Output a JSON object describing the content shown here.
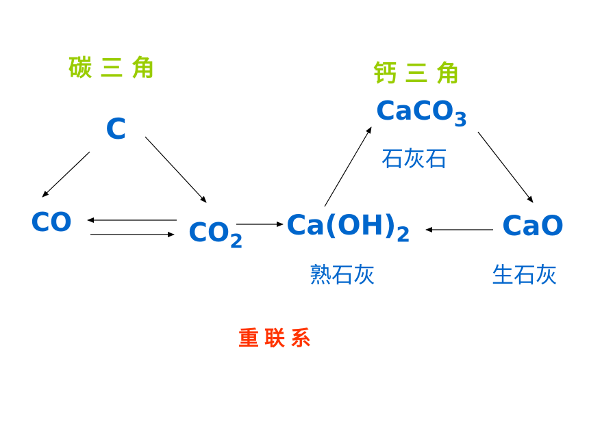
{
  "headings": {
    "carbon_triangle": "碳三角",
    "calcium_triangle": "钙三角"
  },
  "carbon": {
    "c": "C",
    "co": "CO",
    "co2_base": "CO",
    "co2_sub": "2"
  },
  "calcium": {
    "caco3_base": "CaCO",
    "caco3_sub": "3",
    "caco3_name": "石灰石",
    "caoh2_base": "Ca(OH)",
    "caoh2_sub": "2",
    "caoh2_name": "熟石灰",
    "cao": "CaO",
    "cao_name": "生石灰"
  },
  "relation_label": "重联系",
  "colors": {
    "heading": "#99cc00",
    "formula": "#0066cc",
    "relation": "#ff3300",
    "arrow": "#000000"
  }
}
